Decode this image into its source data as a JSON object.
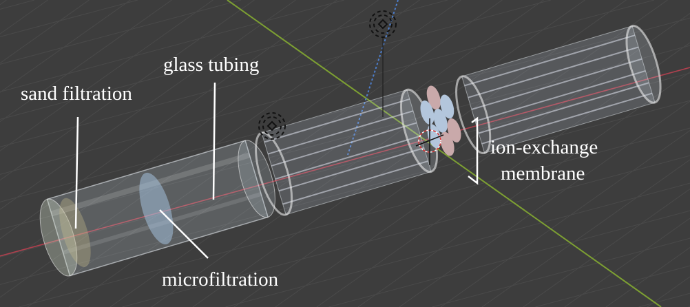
{
  "labels": {
    "sand_filtration": "sand filtration",
    "glass_tubing": "glass tubing",
    "microfiltration": "microfiltration",
    "ion_exchange_line1": "ion-exchange",
    "ion_exchange_line2": "membrane"
  },
  "colors": {
    "background": "#3d3d3d",
    "grid": "#4a4a4a",
    "x_axis": "#b0404e",
    "y_axis": "#7da032",
    "z_axis": "#4d7ecc",
    "label": "#ffffff"
  }
}
